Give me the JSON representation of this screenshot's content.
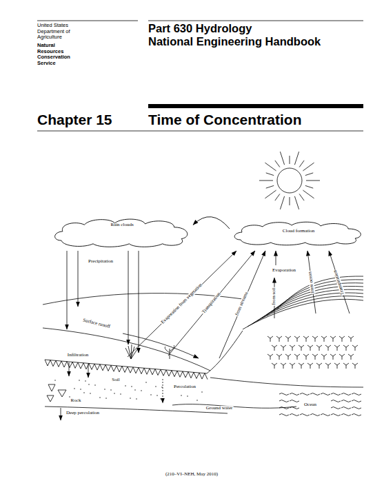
{
  "diagram": {
    "title": "Time of Concentration",
    "nodes": [
      {
        "text": [
          "Rain clouds"
        ]
      },
      {
        "text": [
          "Cloud formation"
        ]
      }
    ],
    "edges": [
      {
        "from": 1,
        "to": 0,
        "arrow": "to"
      }
    ],
    "labels": [
      "United States Department of Agriculture",
      "Natural Resources Conservation Service",
      "Part 630 Hydrology",
      "National Engineering Handbook",
      "Chapter 15",
      "Precipitation",
      "Surface runoff",
      "Evaporation from vegetation",
      "Transpiration",
      "from streams",
      "Evaporation",
      "from soil",
      "from ocean",
      "Transpiration",
      "Infiltration",
      "Soil",
      "Percolation",
      "Rock",
      "Deep percolation",
      "Ground water",
      "Ocean",
      "(210–VI–NEH, May 2010)"
    ]
  }
}
